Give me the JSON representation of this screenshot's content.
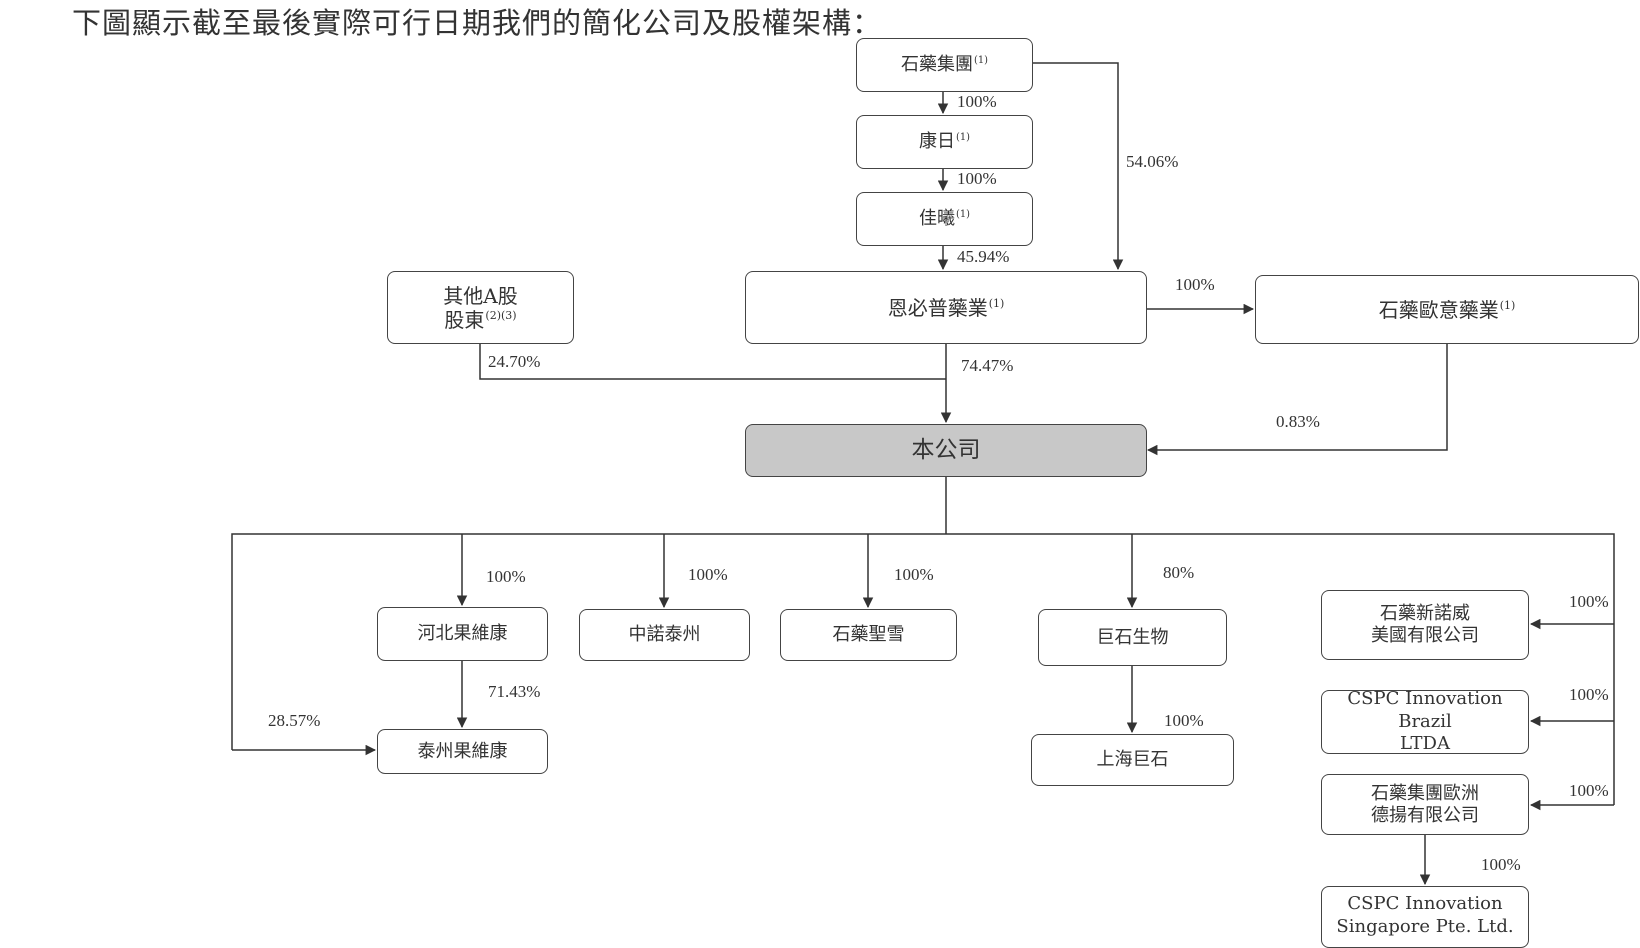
{
  "heading": "下圖顯示截至最後實際可行日期我們的簡化公司及股權架構：",
  "nodes": {
    "shiyao_group": {
      "label": "石藥集團",
      "note": "(1)"
    },
    "kangri": {
      "label": "康日",
      "note": "(1)"
    },
    "jiaxi": {
      "label": "佳曦",
      "note": "(1)"
    },
    "enbipu": {
      "label": "恩必普藥業",
      "note": "(1)"
    },
    "other_a": {
      "line1": "其他A股",
      "line2": "股東",
      "note": "(2)(3)"
    },
    "shiyao_ouyi": {
      "label": "石藥歐意藥業",
      "note": "(1)"
    },
    "company": {
      "label": "本公司"
    },
    "hebei_guoweikang": {
      "label": "河北果維康"
    },
    "zhongnuo_taizhou": {
      "label": "中諾泰州"
    },
    "shiyao_shengxue": {
      "label": "石藥聖雪"
    },
    "jushi_bio": {
      "label": "巨石生物"
    },
    "taizhou_guoweikang": {
      "label": "泰州果維康"
    },
    "shanghai_jushi": {
      "label": "上海巨石"
    },
    "xinnuowei_us": {
      "line1": "石藥新諾威",
      "line2": "美國有限公司"
    },
    "cspc_brazil": {
      "line1": "CSPC Innovation Brazil",
      "line2": "LTDA"
    },
    "shiyao_europe": {
      "line1": "石藥集團歐洲",
      "line2": "德揚有限公司"
    },
    "cspc_singapore": {
      "line1": "CSPC Innovation",
      "line2": "Singapore Pte. Ltd."
    }
  },
  "percentages": {
    "group_to_kangri": "100%",
    "kangri_to_jiaxi": "100%",
    "jiaxi_to_enbipu": "45.94%",
    "group_to_enbipu": "54.06%",
    "enbipu_to_ouyi": "100%",
    "other_a_to_company": "24.70%",
    "enbipu_to_company": "74.47%",
    "ouyi_to_company": "0.83%",
    "company_to_hebei": "100%",
    "company_to_zhongnuo": "100%",
    "company_to_shengxue": "100%",
    "company_to_jushi": "80%",
    "hebei_to_taizhou": "71.43%",
    "company_to_taizhou": "28.57%",
    "jushi_to_shanghai": "100%",
    "company_to_xinnuowei_us": "100%",
    "company_to_brazil": "100%",
    "company_to_europe": "100%",
    "europe_to_singapore": "100%"
  },
  "colors": {
    "line": "#333333",
    "company_fill": "#c8c8c8",
    "text": "#333333"
  }
}
